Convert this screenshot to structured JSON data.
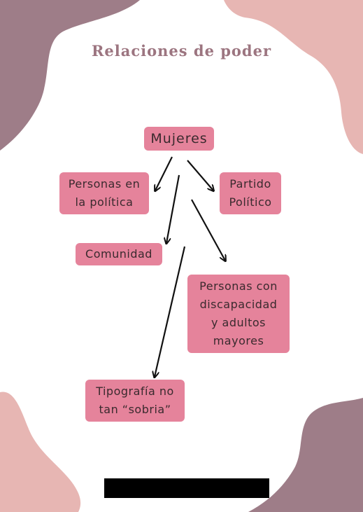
{
  "title": "Relaciones de poder",
  "colors": {
    "background": "#ffffff",
    "blob_mauve": "#9e7d88",
    "blob_pink": "#e7b6b3",
    "node_fill": "#e5839b",
    "node_text": "#3a2a2e",
    "title_text": "#9c7580",
    "arrow": "#111111"
  },
  "nodes": {
    "root": "Mujeres",
    "politicos": "Personas en\nla política",
    "partido": "Partido\nPolítico",
    "comunidad": "Comunidad",
    "discapacidad": "Personas con\ndiscapacidad\ny adultos\nmayores",
    "tipografia": "Tipografía no\ntan “sobria”"
  },
  "edges": [
    [
      "root",
      "politicos"
    ],
    [
      "root",
      "partido"
    ],
    [
      "root",
      "comunidad"
    ],
    [
      "root",
      "discapacidad"
    ],
    [
      "root",
      "tipografia"
    ]
  ],
  "redacted_bar": true
}
